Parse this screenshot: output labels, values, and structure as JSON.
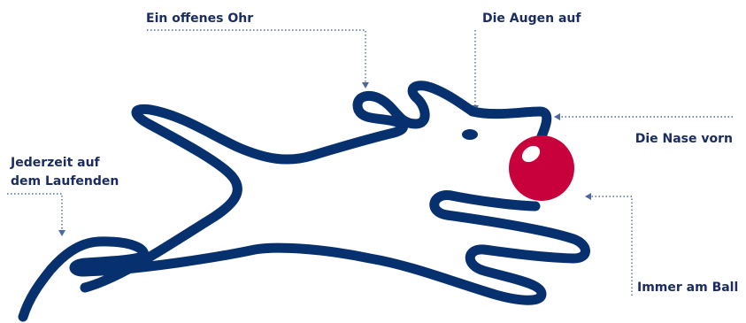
{
  "labels": {
    "ear": "Ein offenes Ohr",
    "eyes": "Die Augen auf",
    "nose": "Die Nase vorn",
    "up_to_date": [
      "Jederzeit auf",
      "dem Laufenden"
    ],
    "ball": "Immer am Ball"
  },
  "colors": {
    "line": "#06306e",
    "text": "#1a2c62",
    "ball": "#c8003c",
    "ball_highlight": "#ffffff",
    "leader": "#4a6a9e"
  },
  "icons": {
    "figure": "running-dog-line-drawing-icon",
    "ball": "red-ball-icon"
  }
}
